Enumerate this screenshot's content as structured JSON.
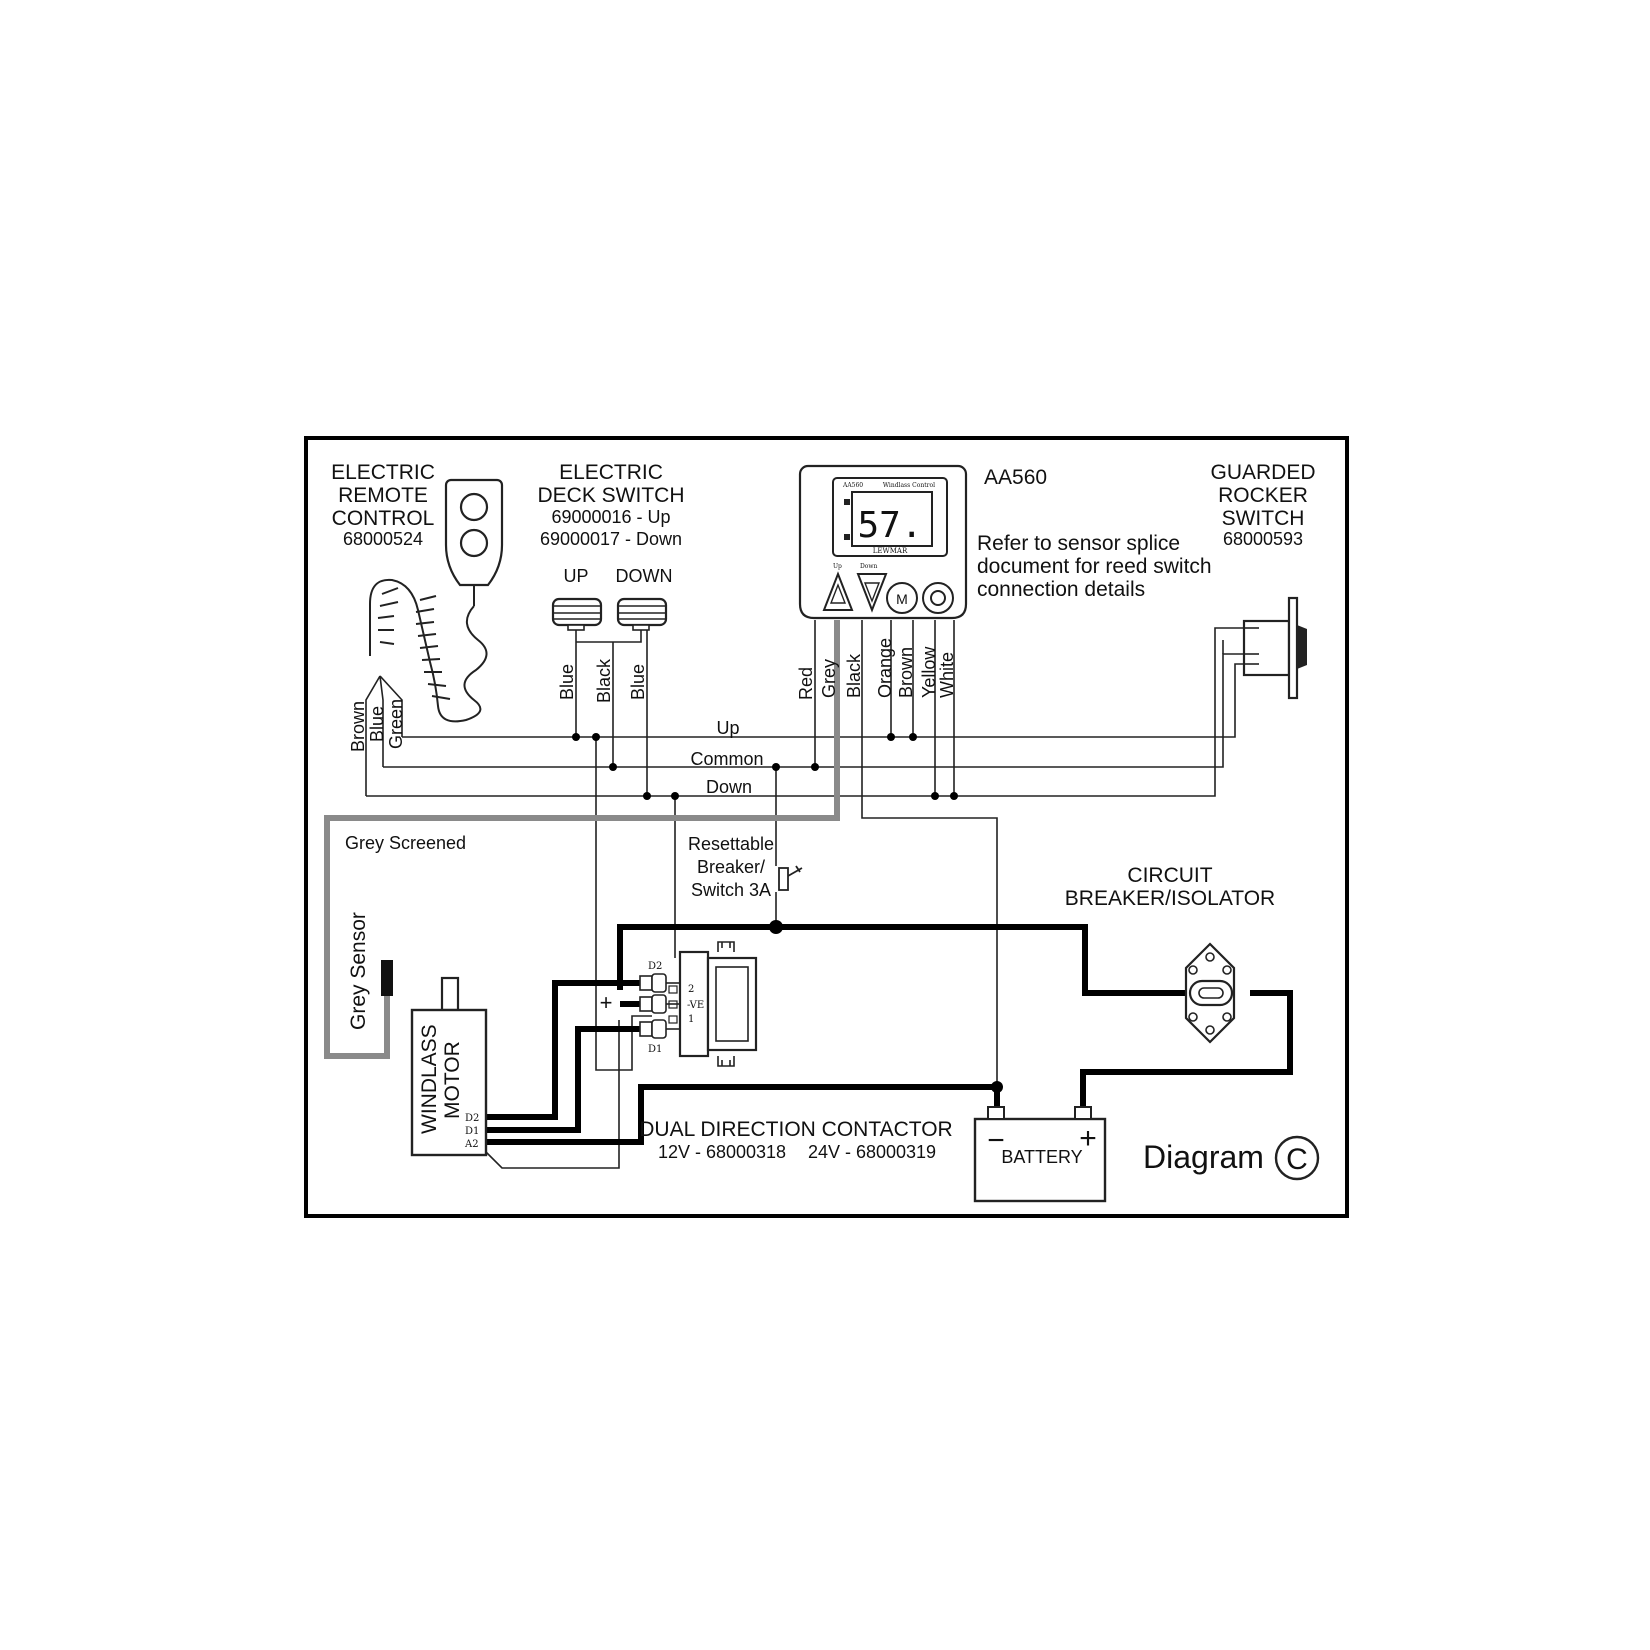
{
  "diagram": {
    "label": "Diagram",
    "letter": "C"
  },
  "remote_control": {
    "title": [
      "ELECTRIC",
      "REMOTE",
      "CONTROL"
    ],
    "part": "68000524",
    "wires": [
      "Brown",
      "Blue",
      "Green"
    ]
  },
  "deck_switch": {
    "title": [
      "ELECTRIC",
      "DECK SWITCH"
    ],
    "parts": [
      "69000016 - Up",
      "69000017 - Down"
    ],
    "up_label": "UP",
    "down_label": "DOWN",
    "wires": [
      "Blue",
      "Black",
      "Blue"
    ]
  },
  "controller": {
    "model": "AA560",
    "display_value": "57.",
    "screen_header_left": "AA560",
    "screen_header_right": "Windlass Control",
    "brand": "LEWMAR",
    "button_up": "Up",
    "button_down": "Down",
    "wires": [
      "Red",
      "Grey",
      "Black",
      "Orange",
      "Brown",
      "Yellow",
      "White"
    ],
    "note": [
      "Refer to sensor splice",
      "document for reed switch",
      "connection details"
    ]
  },
  "rocker_switch": {
    "title": [
      "GUARDED",
      "ROCKER",
      "SWITCH"
    ],
    "part": "68000593"
  },
  "buses": {
    "up": "Up",
    "common": "Common",
    "down": "Down"
  },
  "grey_screened": "Grey Screened",
  "grey_sensor": "Grey Sensor",
  "breaker_small": [
    "Resettable",
    "Breaker/",
    "Switch 3A"
  ],
  "circuit_breaker": [
    "CIRCUIT",
    "BREAKER/ISOLATOR"
  ],
  "motor": {
    "title": [
      "WINDLASS",
      "MOTOR"
    ],
    "terminals": [
      "D2",
      "D1",
      "A2"
    ]
  },
  "contactor": {
    "title": "DUAL DIRECTION CONTACTOR",
    "part_12v": "12V - 68000318",
    "part_24v": "24V - 68000319",
    "terminals": [
      "D2",
      "D1",
      "2",
      "-VE",
      "1"
    ],
    "plus": "+"
  },
  "battery": {
    "label": "BATTERY",
    "neg": "−",
    "pos": "+"
  }
}
